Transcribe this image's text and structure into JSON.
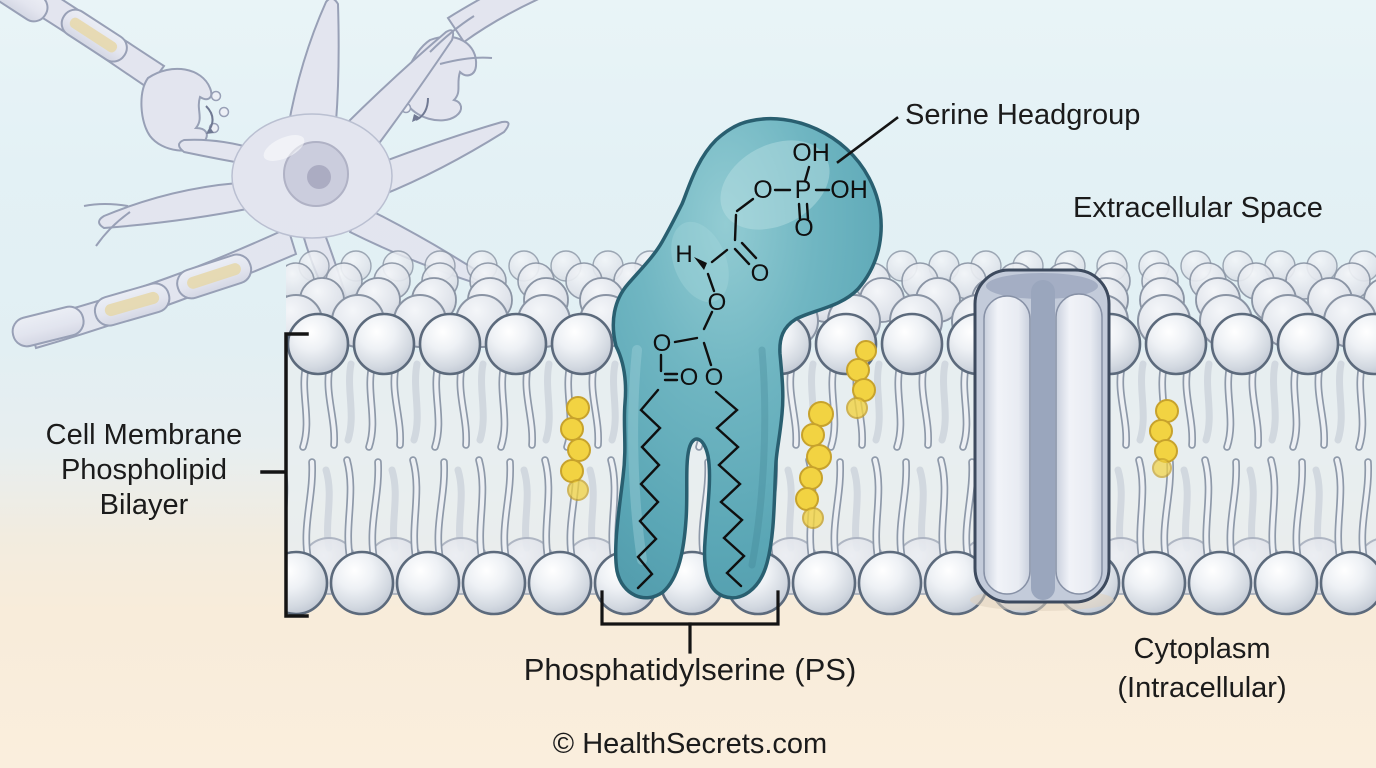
{
  "diagram": {
    "labels": {
      "serine_headgroup": "Serine Headgroup",
      "extracellular": "Extracellular Space",
      "bilayer_line1": "Cell Membrane",
      "bilayer_line2": "Phospholipid",
      "bilayer_line3": "Bilayer",
      "phosphatidylserine": "Phosphatidylserine (PS)",
      "cytoplasm_line1": "Cytoplasm",
      "cytoplasm_line2": "(Intracellular)",
      "copyright": "© HealthSecrets.com"
    },
    "molecule": {
      "atoms": {
        "oh_top": "OH",
        "o_phosphate_left": "O",
        "p_phosphorus": "P",
        "oh_right": "OH",
        "o_phosphate_bottom": "O",
        "h_glycerol": "H",
        "o_carbonyl_top": "O",
        "o_glycerol": "O",
        "o_ester_left": "O",
        "o_ester_left_carbonyl": "O",
        "o_ester_right": "O"
      }
    },
    "colors": {
      "ps_teal": "#63aebc",
      "ps_outline": "#2b6172",
      "cholesterol_yellow": "#f2d342",
      "membrane_head_fill": "#e9edf2",
      "membrane_head_stroke": "#5c6a7c",
      "channel_fill": "#c3cbda",
      "background_top": "#e4f1f5",
      "background_bottom": "#f9ecda",
      "text": "#1b1b1b"
    }
  }
}
